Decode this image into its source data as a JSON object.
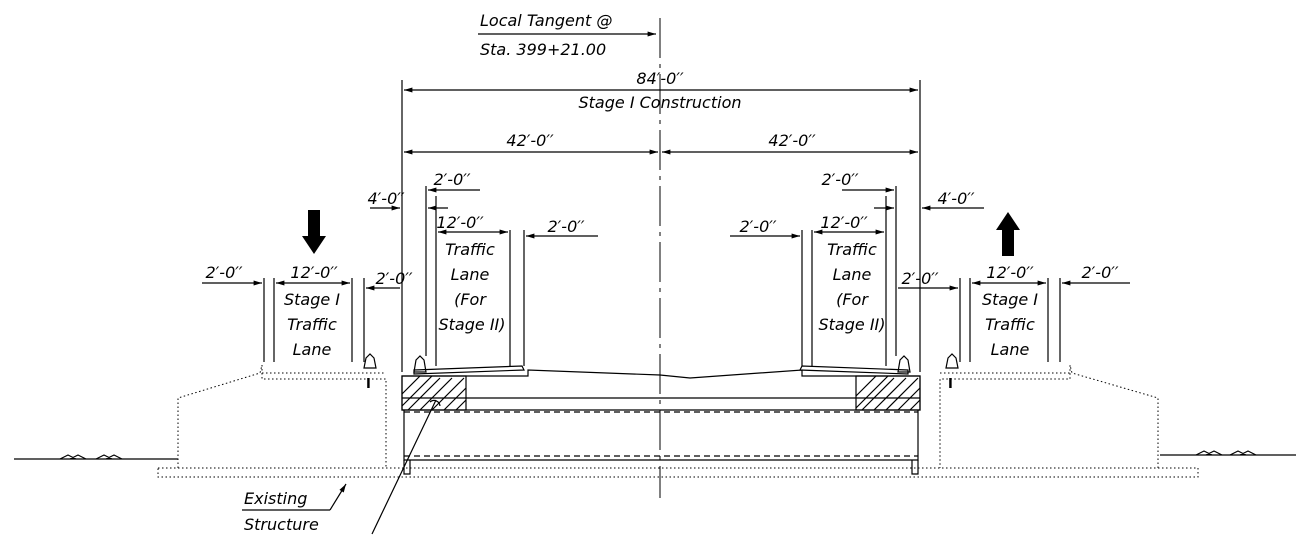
{
  "labels": {
    "local_tangent": "Local Tangent @",
    "station": "Sta. 399+21.00",
    "total_width": "84′-0′′",
    "stage_construction": "Stage I Construction",
    "half_left": "42′-0′′",
    "half_right": "42′-0′′",
    "left": {
      "barrier_offset": "4′-0′′",
      "shoulder_top": "2′-0′′",
      "lane_width": "12′-0′′",
      "lane_l1": "Traffic",
      "lane_l2": "Lane",
      "lane_l3": "(For",
      "lane_l4": "Stage II)",
      "shoulder_inner": "2′-0′′",
      "shoulder_edge": "2′-0′′",
      "ex_shoulder_left": "2′-0′′",
      "ex_lane_width": "12′-0′′",
      "ex_l1": "Stage I",
      "ex_l2": "Traffic",
      "ex_l3": "Lane"
    },
    "right": {
      "barrier_offset": "4′-0′′",
      "shoulder_top": "2′-0′′",
      "lane_width": "12′-0′′",
      "lane_l1": "Traffic",
      "lane_l2": "Lane",
      "lane_l3": "(For",
      "lane_l4": "Stage II)",
      "shoulder_inner": "2′-0′′",
      "shoulder_edge": "2′-0′′",
      "ex_shoulder_right": "2′-0′′",
      "ex_lane_width": "12′-0′′",
      "ex_l1": "Stage I",
      "ex_l2": "Traffic",
      "ex_l3": "Lane"
    },
    "existing_1": "Existing",
    "existing_2": "Structure",
    "barrier_symbol_left": "I",
    "barrier_symbol_right": "I"
  }
}
